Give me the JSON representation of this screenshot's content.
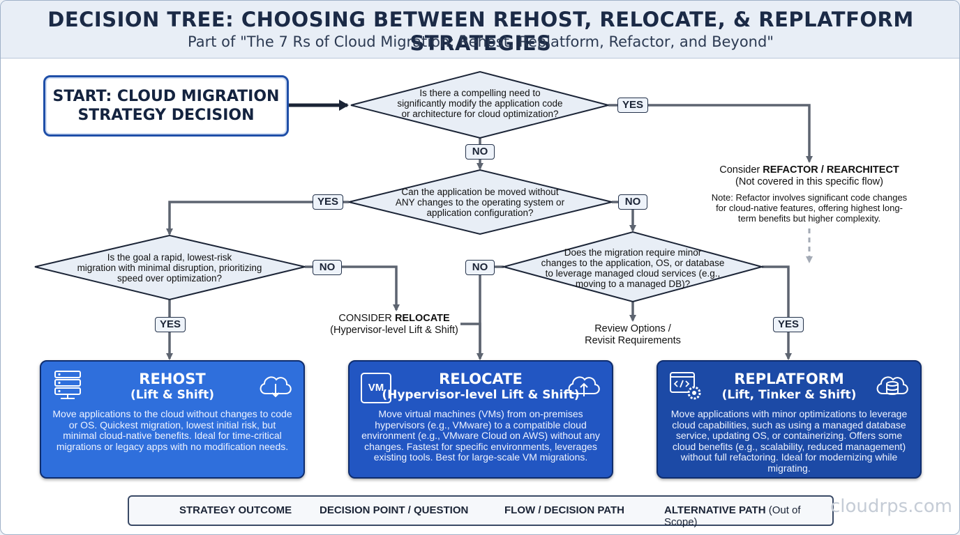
{
  "title": "DECISION TREE: CHOOSING BETWEEN REHOST, RELOCATE, & REPLATFORM STRATEGIES",
  "subtitle": "Part of \"The 7 Rs of Cloud Migration: Rehost, Replatform, Refactor, and Beyond\"",
  "start": {
    "line1": "START: CLOUD MIGRATION",
    "line2": "STRATEGY DECISION"
  },
  "questions": {
    "q1": [
      "Is there a compelling need to",
      "significantly modify the application code",
      "or architecture for cloud optimization?"
    ],
    "q2": [
      "Can the application be moved without",
      "ANY changes to the operating system or",
      "application configuration?"
    ],
    "q3": [
      "Is the goal a rapid, lowest-risk",
      "migration with minimal disruption, prioritizing",
      "speed over optimization?"
    ],
    "q4": [
      "Does the migration require minor",
      "changes to the application, OS, or database",
      "to leverage managed cloud services (e.g.,",
      "moving to a managed DB)?"
    ]
  },
  "labels": {
    "yes": "YES",
    "no": "NO"
  },
  "refactor": {
    "prefix": "Consider ",
    "strong": "REFACTOR / REARCHITECT",
    "sub": "(Not covered in this specific flow)",
    "note": [
      "Note: Refactor involves significant code changes",
      "for cloud-native features, offering highest long-",
      "term benefits but higher complexity."
    ]
  },
  "relocate_hint": {
    "prefix": "CONSIDER ",
    "strong": "RELOCATE",
    "sub": "(Hypervisor-level Lift & Shift)"
  },
  "review": [
    "Review Options /",
    "Revisit Requirements"
  ],
  "cards": {
    "rehost": {
      "title": "REHOST",
      "subtitle": "(Lift & Shift)",
      "body": "Move applications to the cloud without changes to code or OS. Quickest migration, lowest initial risk, but minimal cloud-native benefits. Ideal for time-critical migrations or legacy apps with no modification needs.",
      "color": "#2f6fdc",
      "icon": "server-rack-icon"
    },
    "relocate": {
      "title": "RELOCATE",
      "subtitle": "(Hypervisor-level Lift & Shift)",
      "body": "Move virtual machines (VMs) from on-premises hypervisors (e.g., VMware) to a compatible cloud environment (e.g., VMware Cloud on AWS) without any changes. Fastest for specific environments, leverages existing tools. Best for large-scale VM migrations.",
      "color": "#2256c2",
      "icon": "vm-icon",
      "icon_text": "VM"
    },
    "replatform": {
      "title": "REPLATFORM",
      "subtitle": "(Lift, Tinker & Shift)",
      "body": "Move applications with minor optimizations to leverage cloud capabilities, such as using a managed database service, updating OS, or containerizing. Offers some cloud benefits (e.g., scalability, reduced management) without full refactoring. Ideal for modernizing while migrating.",
      "color": "#1c4aa6",
      "icon": "code-gear-icon"
    }
  },
  "legend": {
    "outcome": "STRATEGY OUTCOME",
    "decision": "DECISION POINT / QUESTION",
    "flow": "FLOW / DECISION PATH",
    "alt": "ALTERNATIVE PATH",
    "alt_note": "(Out of Scope)"
  },
  "watermark": "cloudrps.com"
}
